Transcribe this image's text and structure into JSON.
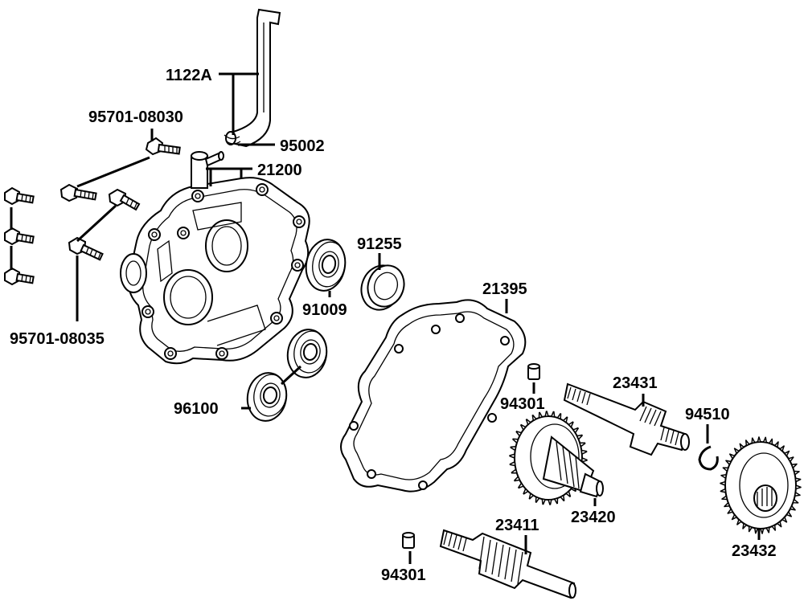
{
  "labels": {
    "hose": "1122A",
    "clamp": "95002",
    "case": "21200",
    "bolt_upper": "95701-08030",
    "bolt_lower": "95701-08035",
    "oil_seal": "91255",
    "bearing_upper": "91009",
    "bearing_pair": "96100",
    "gasket": "21395",
    "dowel_upper": "94301",
    "dowel_lower": "94301",
    "counter_shaft": "23431",
    "circlip": "94510",
    "gear_mid": "23420",
    "gear_right": "23432",
    "drive_shaft": "23411"
  }
}
